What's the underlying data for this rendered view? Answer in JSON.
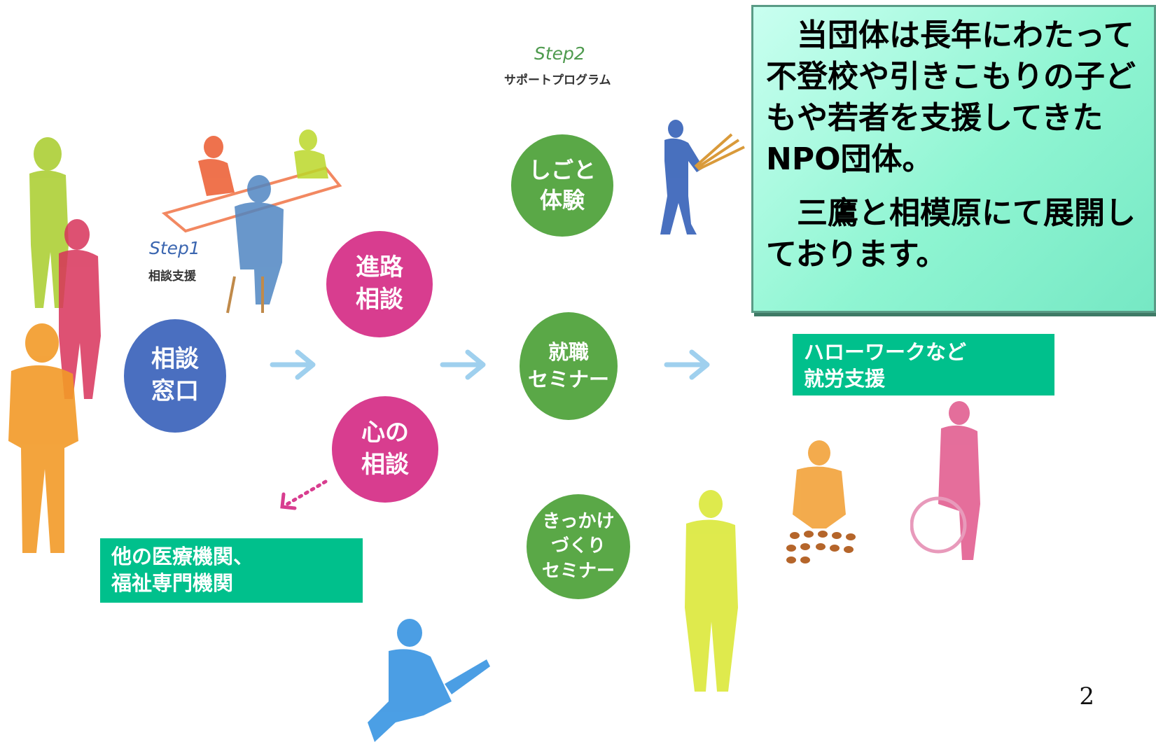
{
  "step1": {
    "title": "Step1",
    "subtitle": "相談支援"
  },
  "step2": {
    "title": "Step2",
    "subtitle": "サポートプログラム"
  },
  "circles": {
    "soudan_madoguchi": "相談\n窓口",
    "shinro_soudan": "進路\n相談",
    "kokoro_soudan": "心の\n相談",
    "shigoto_taiken": "しごと\n体験",
    "shushoku_seminar": "就職\nセミナー",
    "kikkake_seminar": "きっかけ\nづくり\nセミナー"
  },
  "boxes": {
    "other_institutions": "他の医療機関、\n福祉専門機関",
    "hellowork": "ハローワークなど\n就労支援"
  },
  "callout": {
    "paragraph1": "　当団体は長年にわたって不登校や引きこもりの子どもや若者を支援してきたNPO団体。",
    "paragraph2": "　三鷹と相模原にて展開しております。"
  },
  "page_number": "2",
  "colors": {
    "blue_circle": "#4a6fc0",
    "pink_circle": "#d83d8f",
    "green_circle": "#5aa847",
    "teal_box": "#00c08c",
    "arrow": "#9fd0ee",
    "step_text": "#3b66b0"
  }
}
